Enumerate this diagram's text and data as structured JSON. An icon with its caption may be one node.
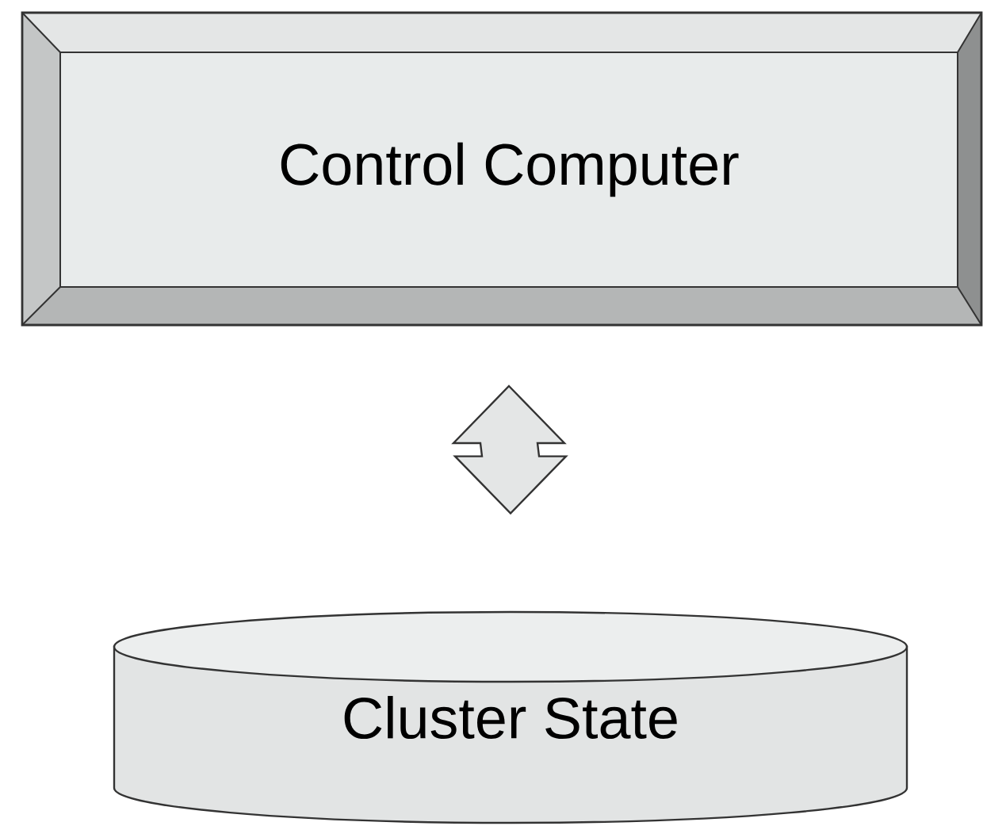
{
  "diagram": {
    "nodes": [
      {
        "text": [
          "Control Computer"
        ]
      },
      {
        "text": [
          "Cluster State"
        ]
      }
    ],
    "edges": [
      {
        "from": 0,
        "to": 1,
        "arrow": "both"
      }
    ]
  }
}
